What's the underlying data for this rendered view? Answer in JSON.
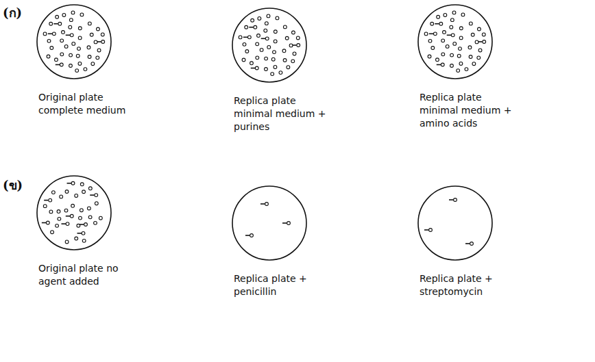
{
  "diagram": {
    "nodes": [
      {
        "text": [
          "Original plate complete medium"
        ]
      },
      {
        "text": [
          "Replica plate minimal medium + purines"
        ]
      },
      {
        "text": [
          "Replica plate minimal medium + amino acids"
        ]
      },
      {
        "text": [
          "Original plate no agent added"
        ]
      },
      {
        "text": [
          "Replica plate + penicillin"
        ]
      },
      {
        "text": [
          "Replica plate + streptomycin"
        ]
      }
    ],
    "labels": [
      "(ก)",
      "(ข)"
    ]
  }
}
